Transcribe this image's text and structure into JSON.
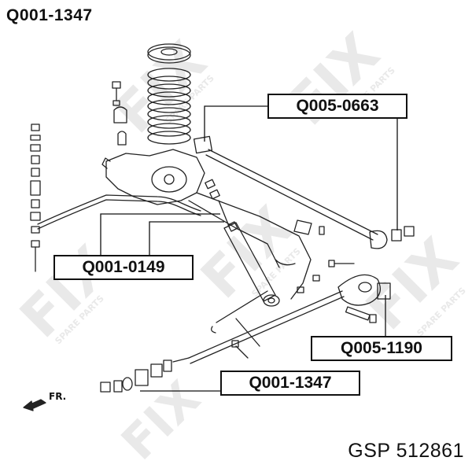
{
  "header": {
    "part_number": "Q001-1347"
  },
  "callouts": {
    "upper_right": "Q005-0663",
    "left_middle": "Q001-0149",
    "right_lower": "Q005-1190",
    "bottom_center": "Q001-1347"
  },
  "direction_label": "FR.",
  "watermark": {
    "logo_text": "FIX",
    "tagline": "SPARE PARTS"
  },
  "footer": {
    "brand": "GSP",
    "code": "512861"
  }
}
